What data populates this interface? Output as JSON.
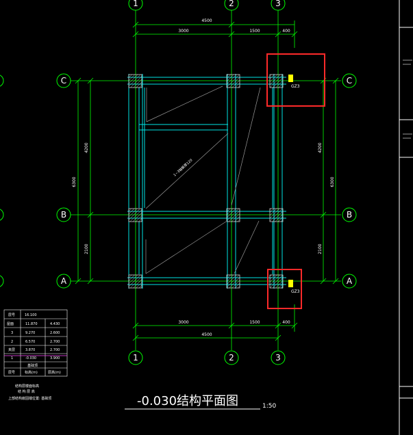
{
  "grid": {
    "columns": [
      "1",
      "2",
      "3"
    ],
    "rows": [
      "C",
      "B",
      "A"
    ]
  },
  "dimensions": {
    "top_total": "4500",
    "top_span_1_2": "3000",
    "top_span_2_3": "1500",
    "top_offset": "400",
    "bottom_total": "4500",
    "bottom_span_1_2": "3000",
    "bottom_span_2_3": "1500",
    "bottom_offset": "400",
    "left_total": "6300",
    "left_span_c_b": "4200",
    "left_span_b_a": "2100",
    "right_total": "6300",
    "right_span_c_b": "4200",
    "right_span_b_a": "2100"
  },
  "labels": {
    "gz_top": "GZ3",
    "gz_bottom": "GZ3",
    "slab_note": "1~3轴板厚120"
  },
  "level_table": {
    "header": [
      "层号",
      "16.100",
      ""
    ],
    "rows": [
      [
        "屋面",
        "11.870",
        "4.430"
      ],
      [
        "3",
        "9.270",
        "2.600"
      ],
      [
        "2",
        "6.570",
        "2.700"
      ],
      [
        "夹层",
        "3.870",
        "2.700"
      ],
      [
        "1",
        "-0.030",
        "3.900"
      ],
      [
        "",
        "基础顶",
        ""
      ],
      [
        "层号",
        "标高(m)",
        "层高(m)"
      ]
    ],
    "caption_1": "结构层楼面标高",
    "caption_2": "结 构 层 高",
    "caption_3": "上部结构嵌固端位置: 基础顶"
  },
  "title": {
    "text": "-0.030结构平面图",
    "scale": "1:50"
  },
  "colors": {
    "background": "#000000",
    "grid_line": "#00ff00",
    "beam": "#00e5e5",
    "dimension": "#00ff00",
    "highlight_box": "#ff2a2a",
    "gz_marker": "#ffff00",
    "text": "#ffffff"
  }
}
